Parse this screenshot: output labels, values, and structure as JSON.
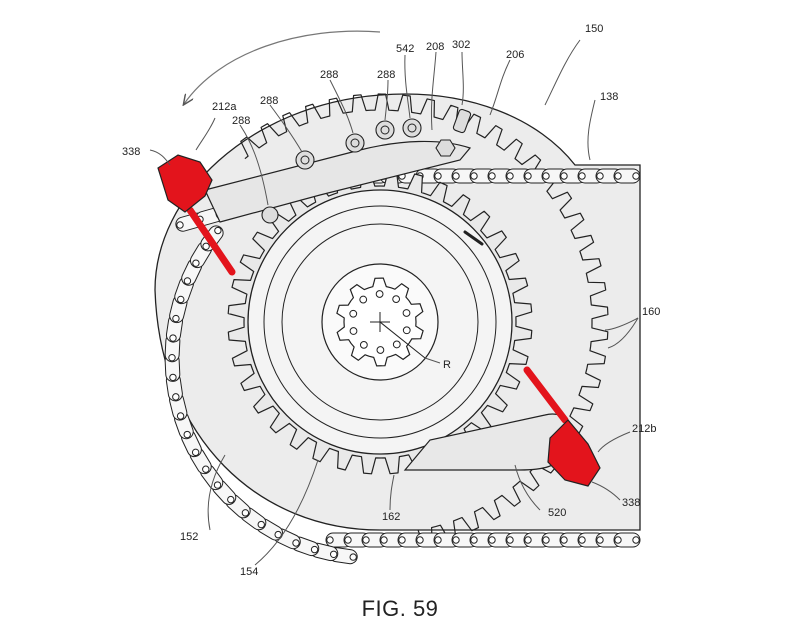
{
  "figure": {
    "caption": "FIG. 59",
    "reference_labels": {
      "r150": "150",
      "r138": "138",
      "r206": "206",
      "r302": "302",
      "r208": "208",
      "r542": "542",
      "r288a": "288",
      "r288b": "288",
      "r288c": "288",
      "r288d": "288",
      "r212a": "212a",
      "r338a": "338",
      "r160": "160",
      "r212b": "212b",
      "r338b": "338",
      "r520": "520",
      "r162": "162",
      "r154": "154",
      "r152": "152",
      "rR": "R"
    },
    "colors": {
      "highlight": "#e3141c",
      "line": "#222222",
      "fill": "#ececec",
      "fill_light": "#f4f4f4"
    }
  }
}
